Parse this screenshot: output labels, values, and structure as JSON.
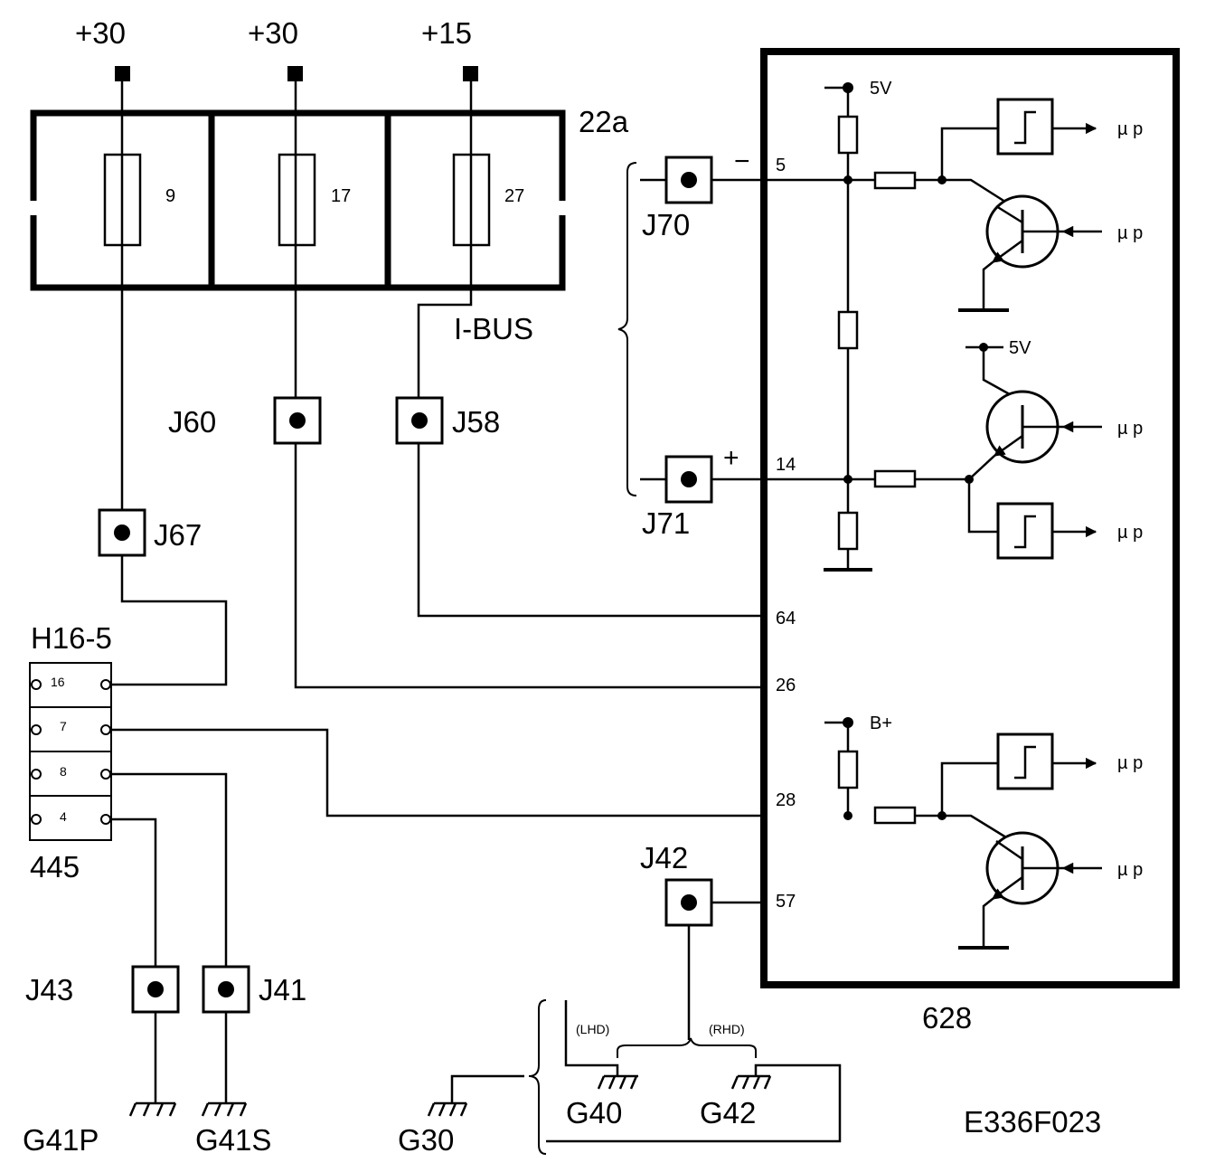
{
  "supply": {
    "s1": "+30",
    "s2": "+30",
    "s3": "+15"
  },
  "fuse_box": {
    "label": "22a",
    "fuses": [
      "9",
      "17",
      "27"
    ]
  },
  "bus_label": "I-BUS",
  "connectors": {
    "j60": "J60",
    "j58": "J58",
    "j67": "J67",
    "j70": "J70",
    "j71": "J71",
    "j42": "J42",
    "j43": "J43",
    "j41": "J41"
  },
  "h16": {
    "label": "H16-5",
    "bottom_label": "445",
    "pins": [
      "16",
      "7",
      "8",
      "4"
    ]
  },
  "module": {
    "label": "628",
    "pins": [
      "5",
      "14",
      "64",
      "26",
      "28",
      "57"
    ],
    "minus": "−",
    "plus": "+",
    "v1": "5V",
    "v2": "5V",
    "vb": "B+",
    "up": [
      "µ p",
      "µ p",
      "µ p",
      "µ p",
      "µ p",
      "µ p"
    ]
  },
  "grounds": {
    "g41p": "G41P",
    "g41s": "G41S",
    "g30": "G30",
    "g40": "G40",
    "g42": "G42",
    "lhd": "(LHD)",
    "rhd": "(RHD)"
  },
  "doc_code": "E336F023"
}
